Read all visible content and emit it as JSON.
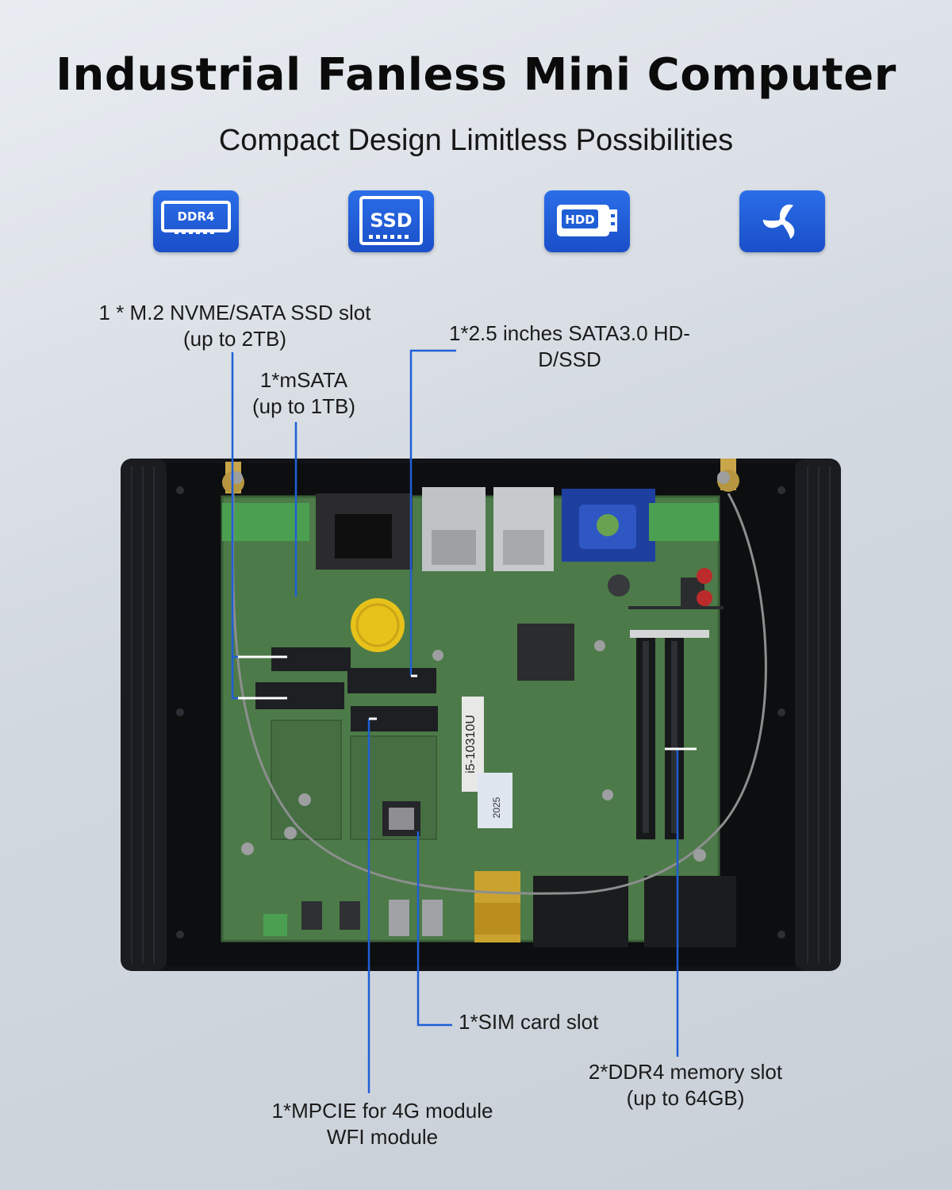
{
  "header": {
    "title": "Industrial Fanless Mini Computer",
    "subtitle": "Compact Design Limitless Possibilities"
  },
  "feature_icons": [
    {
      "name": "ddr4-icon",
      "text": "DDR4"
    },
    {
      "name": "ssd-icon",
      "text": "SSD"
    },
    {
      "name": "hdd-icon",
      "text": "HDD"
    },
    {
      "name": "fan-icon",
      "text": ""
    }
  ],
  "board_labels": {
    "cpu": "i5-10310U",
    "year": "2025"
  },
  "callouts": {
    "m2": [
      "1 * M.2 NVME/SATA SSD slot",
      "(up to 2TB)"
    ],
    "msata": [
      "1*mSATA",
      "(up to 1TB)"
    ],
    "sata": [
      "1*2.5 inches SATA3.0 HD-",
      "D/SSD"
    ],
    "sim": [
      "1*SIM card slot"
    ],
    "ddr4": [
      "2*DDR4 memory slot",
      "(up to 64GB)"
    ],
    "mpcie": [
      "1*MPCIE for 4G module",
      "WFI module"
    ]
  },
  "colors": {
    "accent": "#1f5fd6",
    "pcb": "#4e7a4a",
    "case": "#141518"
  }
}
